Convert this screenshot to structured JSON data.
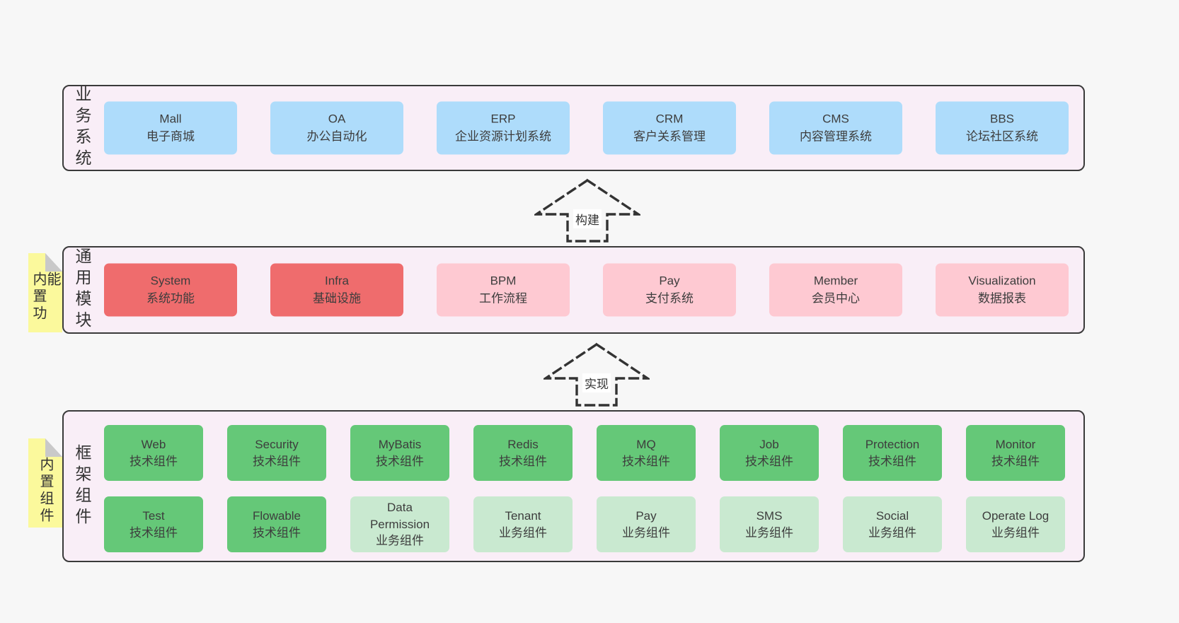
{
  "diagram": {
    "arrows": [
      {
        "label": "构建"
      },
      {
        "label": "实现"
      }
    ],
    "colors": {
      "page_bg": "#f7f7f7",
      "layer_bg": "#f9eef7",
      "layer_border": "#3a3a3a",
      "business_box": "#aedcfb",
      "core_module_box": "#ef6c6d",
      "optional_module_box": "#fec9d2",
      "tech_component_box": "#65c878",
      "biz_component_box": "#c9e9d0",
      "sticky_note": "#fbf99c",
      "sticky_fold": "#c9c9c9"
    }
  },
  "layers": [
    {
      "label": "业务系统",
      "boxes": [
        {
          "name": "Mall",
          "subtitle": "电子商城"
        },
        {
          "name": "OA",
          "subtitle": "办公自动化"
        },
        {
          "name": "ERP",
          "subtitle": "企业资源计划系统"
        },
        {
          "name": "CRM",
          "subtitle": "客户关系管理"
        },
        {
          "name": "CMS",
          "subtitle": "内容管理系统"
        },
        {
          "name": "BBS",
          "subtitle": "论坛社区系统"
        }
      ]
    },
    {
      "label": "通用模块",
      "sticky": "内置功能",
      "boxes": [
        {
          "name": "System",
          "subtitle": "系统功能"
        },
        {
          "name": "Infra",
          "subtitle": "基础设施"
        },
        {
          "name": "BPM",
          "subtitle": "工作流程"
        },
        {
          "name": "Pay",
          "subtitle": "支付系统"
        },
        {
          "name": "Member",
          "subtitle": "会员中心"
        },
        {
          "name": "Visualization",
          "subtitle": "数据报表"
        }
      ]
    },
    {
      "label": "框架组件",
      "sticky": "内置组件",
      "rows": [
        [
          {
            "name": "Web",
            "subtitle": "技术组件"
          },
          {
            "name": "Security",
            "subtitle": "技术组件"
          },
          {
            "name": "MyBatis",
            "subtitle": "技术组件"
          },
          {
            "name": "Redis",
            "subtitle": "技术组件"
          },
          {
            "name": "MQ",
            "subtitle": "技术组件"
          },
          {
            "name": "Job",
            "subtitle": "技术组件"
          },
          {
            "name": "Protection",
            "subtitle": "技术组件"
          },
          {
            "name": "Monitor",
            "subtitle": "技术组件"
          }
        ],
        [
          {
            "name": "Test",
            "subtitle": "技术组件"
          },
          {
            "name": "Flowable",
            "subtitle": "技术组件"
          },
          {
            "name": "Data Permission",
            "subtitle": "业务组件"
          },
          {
            "name": "Tenant",
            "subtitle": "业务组件"
          },
          {
            "name": "Pay",
            "subtitle": "业务组件"
          },
          {
            "name": "SMS",
            "subtitle": "业务组件"
          },
          {
            "name": "Social",
            "subtitle": "业务组件"
          },
          {
            "name": "Operate Log",
            "subtitle": "业务组件"
          }
        ]
      ]
    }
  ]
}
